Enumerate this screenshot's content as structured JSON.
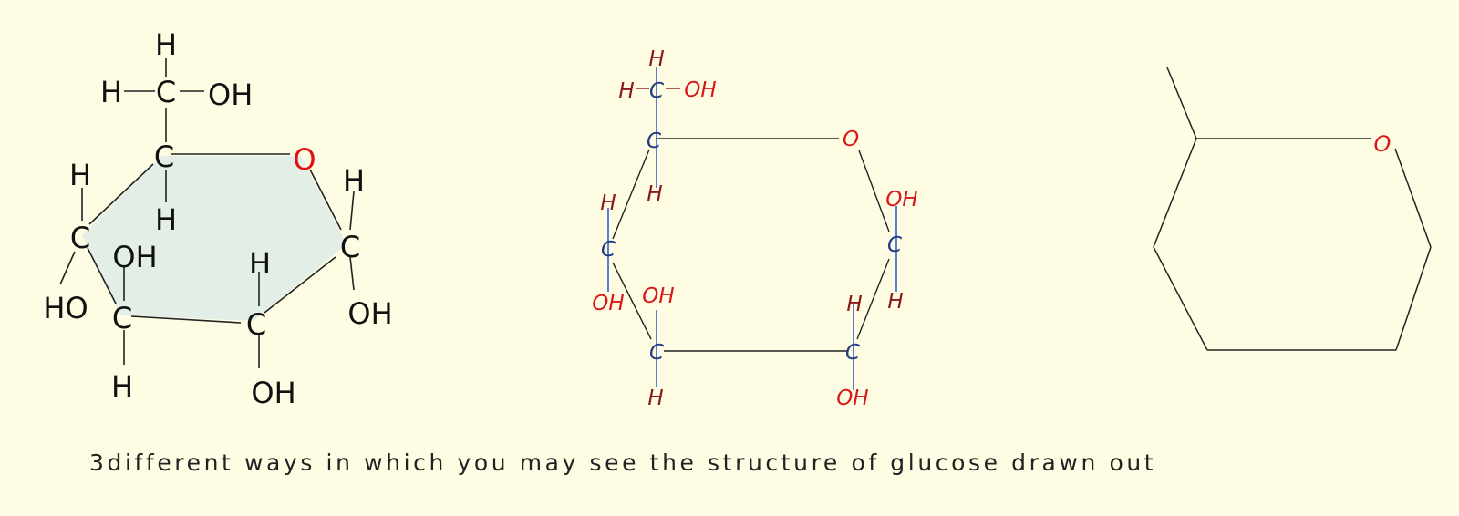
{
  "caption": "3different ways in which you may see the structure of glucose drawn out",
  "colors": {
    "background": "#fefde3",
    "ring_fill": "#e3efe6",
    "oxygen": "#e01010",
    "carbon_blue": "#243c82",
    "hydrogen_darkred": "#8b1818",
    "bond_blue": "#4a6fd0"
  },
  "structures": {
    "haworth": {
      "top_h": "H",
      "left_h": "H",
      "c6": "C",
      "c6_oh": "OH",
      "c5": "C",
      "ring_o": "O",
      "c5_h": "H",
      "c4_h": "H",
      "c4": "C",
      "c4_ho": "HO",
      "c3_oh": "OH",
      "c3": "C",
      "c3_h": "H",
      "c2_h": "H",
      "c2": "C",
      "c2_oh": "OH",
      "c1_h": "H",
      "c1": "C",
      "c1_oh": "OH"
    },
    "chair": {
      "top_h": "H",
      "left_h": "H",
      "c6": "C",
      "c6_oh": "OH",
      "c5": "C",
      "c5_h": "H",
      "ring_o": "O",
      "c1_oh": "OH",
      "c1": "C",
      "c1_h": "H",
      "c4_h": "H",
      "c4": "C",
      "c4_oh": "OH",
      "c3_oh": "OH",
      "c3": "C",
      "c3_h": "H",
      "c2_h": "H",
      "c2": "C",
      "c2_oh": "OH"
    },
    "skeletal": {
      "ring_o": "O"
    }
  }
}
